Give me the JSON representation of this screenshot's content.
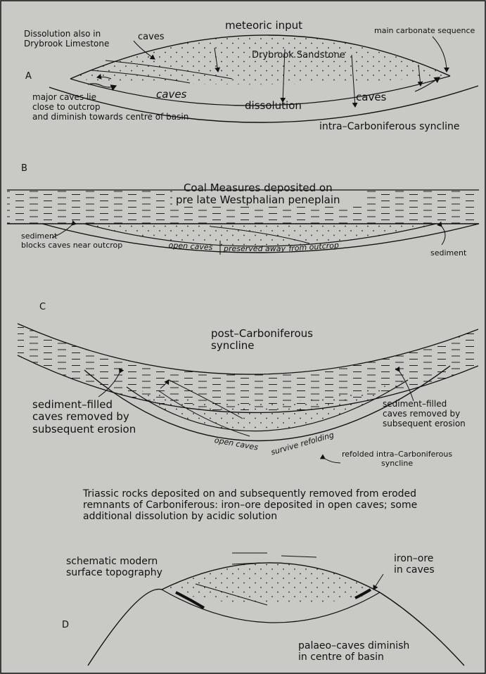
{
  "panel_a": {
    "letter": "A",
    "meteoric_input": "meteoric input",
    "dissolution_also": "Dissolution also in\nDrybrook Limestone",
    "caves_top": "caves",
    "drybrook_sandstone": "Drybrook Sandstone",
    "main_carbonate": "main carbonate sequence",
    "caves_left": "caves",
    "dissolution": "dissolution",
    "caves_right": "caves",
    "major_caves": "major caves lie\nclose to outcrop\nand diminish towards centre of basin",
    "intra_syncline": "intra–Carboniferous syncline"
  },
  "panel_b": {
    "letter": "B",
    "coal_measures": "Coal Measures deposited on\npre late Westphalian peneplain",
    "sediment_blocks": "sediment\nblocks caves near outcrop",
    "open_caves": "open caves",
    "preserved_away": "preserved away",
    "from_outcrop": "from outcrop",
    "sediment": "sediment"
  },
  "panel_c": {
    "letter": "C",
    "post_carb": "post–Carboniferous\nsyncline",
    "sed_filled_left": "sediment–filled\ncaves removed by\nsubsequent erosion",
    "sed_filled_right": "sediment–filled\ncaves removed by\nsubsequent erosion",
    "open_caves": "open caves",
    "survive_refolding": "survive refolding",
    "refolded": "refolded intra–Carboniferous\nsyncline"
  },
  "triassic_text": "Triassic rocks deposited on and subsequently removed from eroded\nremnants of Carboniferous: iron–ore deposited in open caves; some\nadditional dissolution by acidic solution",
  "panel_d": {
    "letter": "D",
    "schematic": "schematic modern\nsurface topography",
    "iron_ore": "iron–ore\nin caves",
    "palaeo_caves": "palaeo–caves diminish\nin centre of basin"
  },
  "colors": {
    "paper": "#c9c9c6",
    "ink": "#111111"
  }
}
